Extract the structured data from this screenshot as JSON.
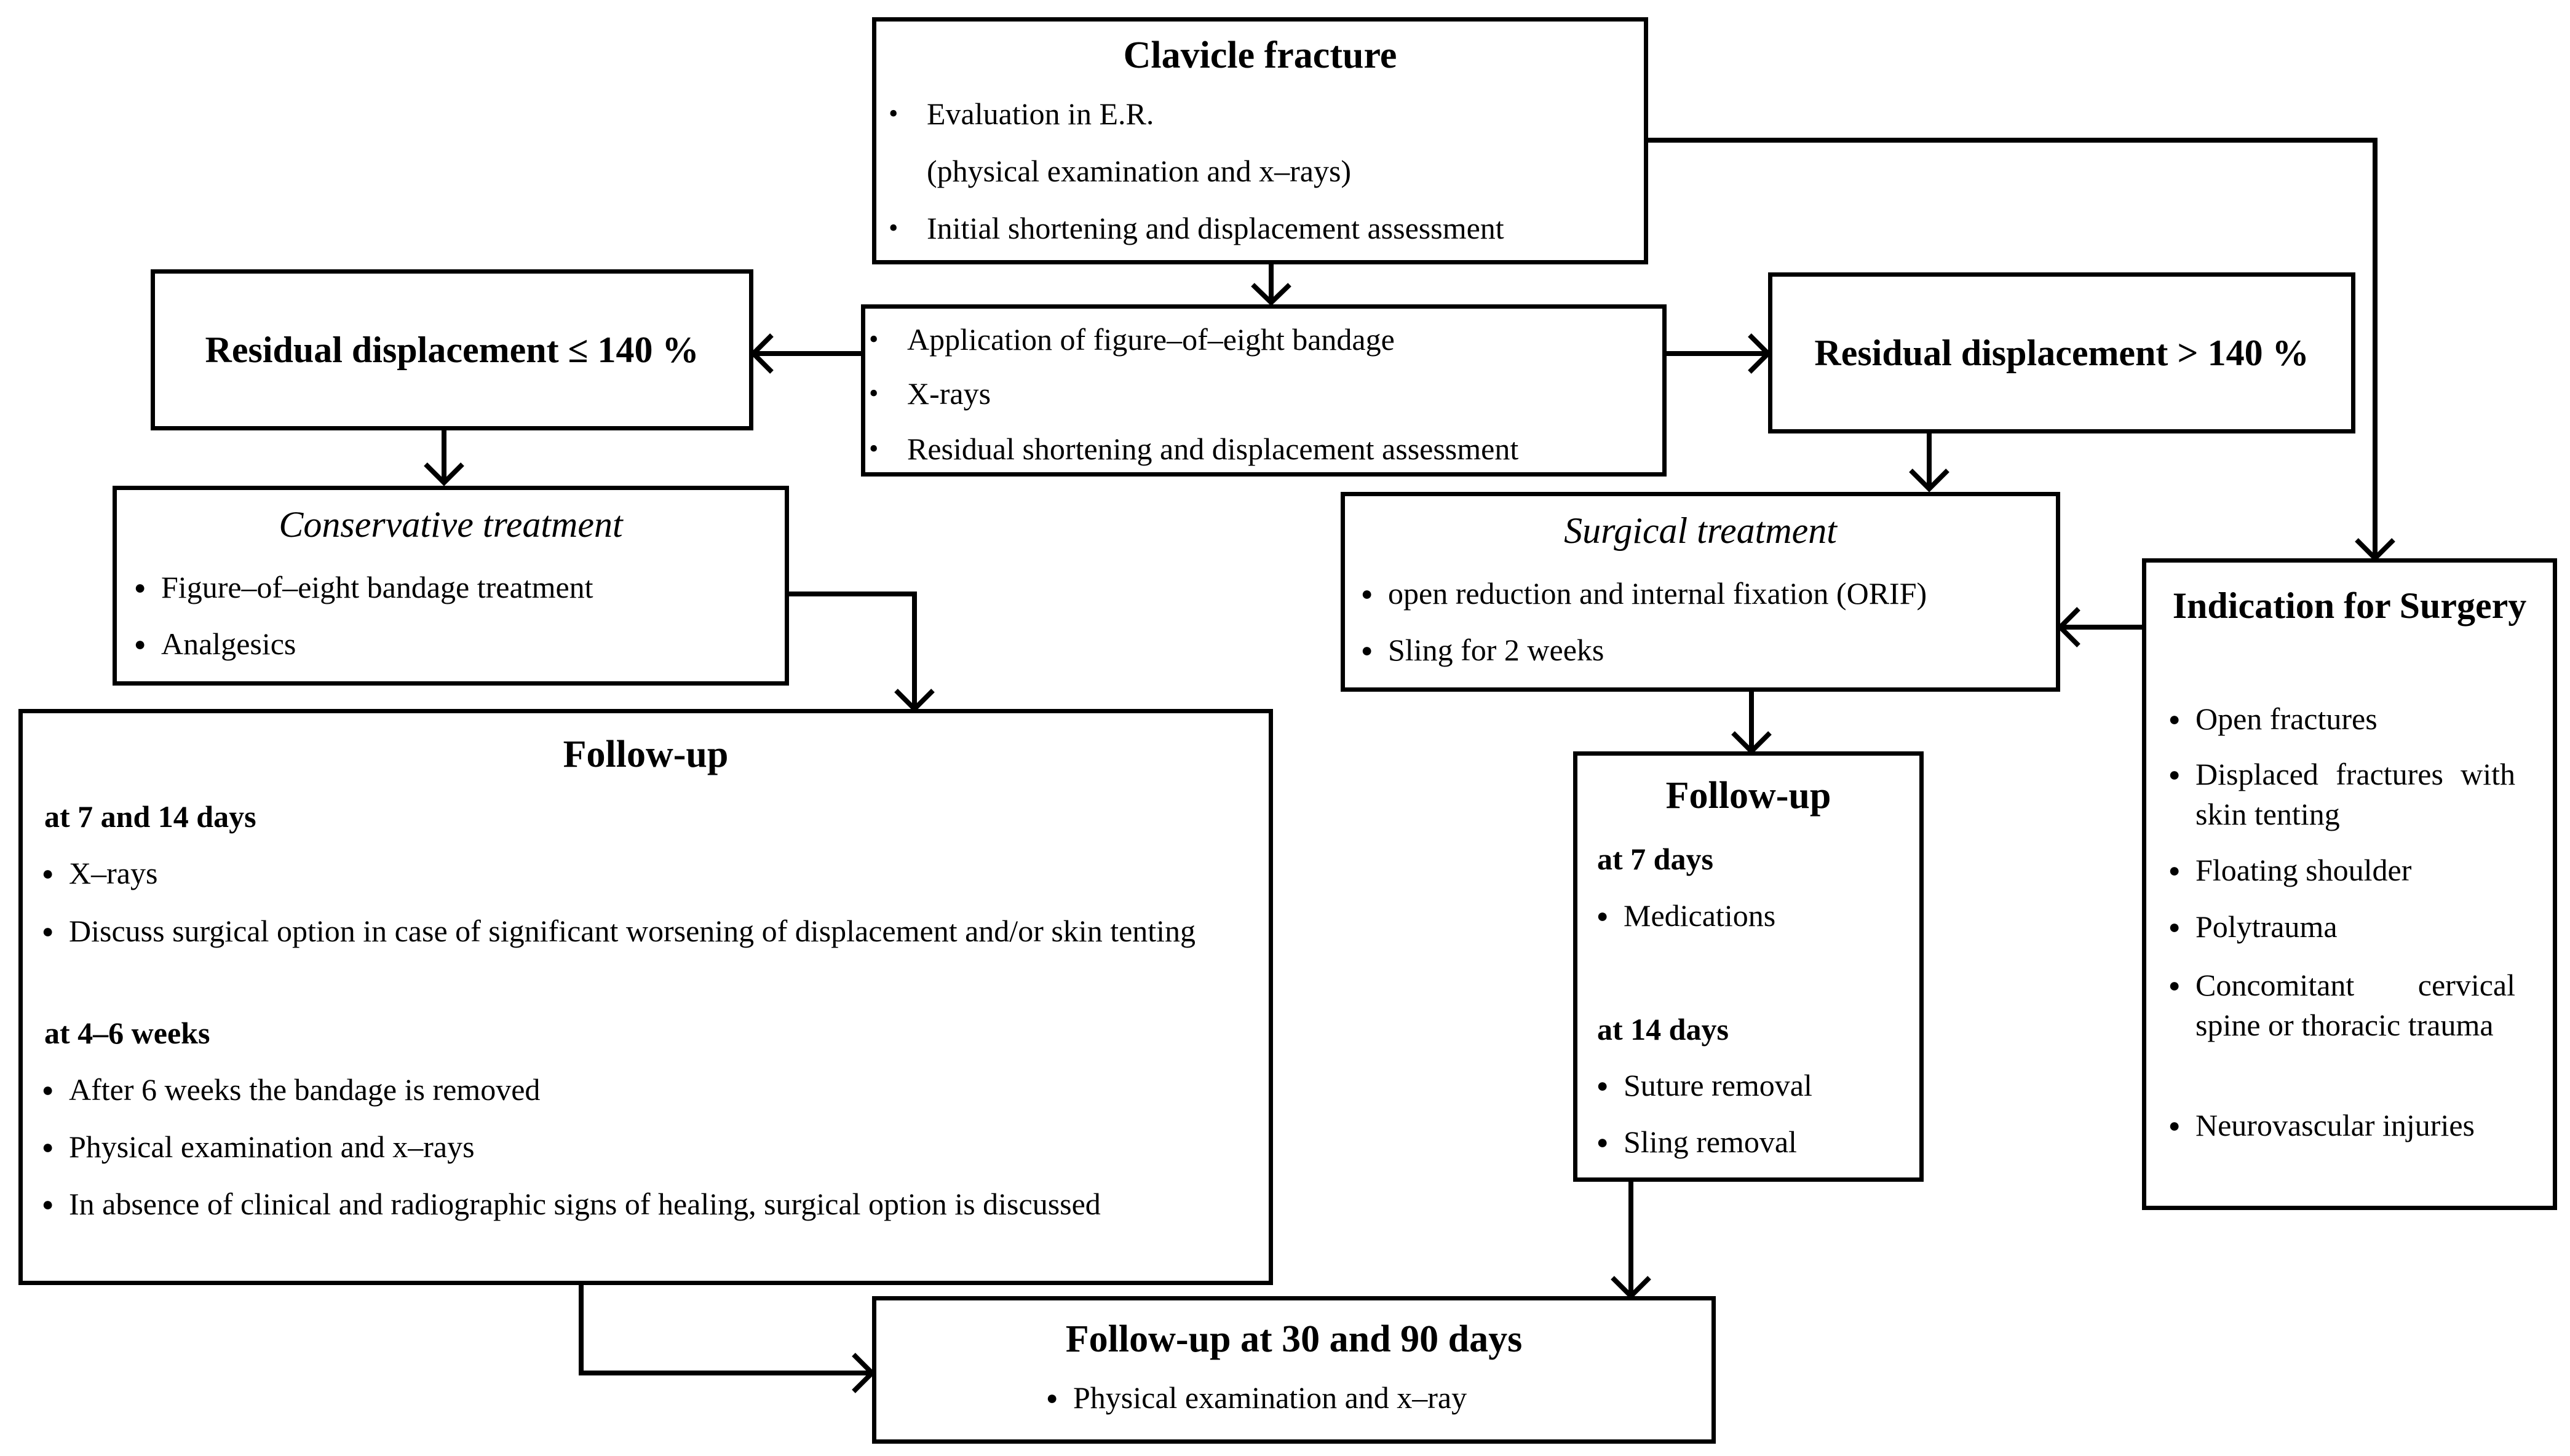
{
  "clavicle": {
    "title": "Clavicle fracture",
    "items": [
      "Evaluation in E.R.",
      "(physical examination and x–rays)",
      "Initial shortening and displacement assessment"
    ]
  },
  "bandage": {
    "items": [
      "Application of figure–of–eight bandage",
      "X-rays",
      "Residual shortening and displacement assessment"
    ]
  },
  "resid_le": {
    "title": "Residual displacement ≤ 140 %"
  },
  "resid_gt": {
    "title": "Residual displacement > 140 %"
  },
  "conservative": {
    "title": "Conservative treatment",
    "items": [
      "Figure–of–eight bandage treatment",
      "Analgesics"
    ]
  },
  "surgical": {
    "title": "Surgical treatment",
    "items": [
      "open reduction and internal fixation (ORIF)",
      "Sling for 2 weeks"
    ]
  },
  "indication": {
    "title": "Indication for Surgery",
    "items": [
      "Open fractures",
      "Displaced fractures with skin tenting",
      "Floating shoulder",
      "Polytrauma",
      "Concomitant cervical spine or thoracic trauma",
      "Neurovascular injuries"
    ]
  },
  "followup_left": {
    "title": "Follow-up",
    "section1": "at 7 and 14 days",
    "items1": [
      "X–rays",
      "Discuss surgical option in case of significant worsening of displacement and/or skin tenting"
    ],
    "section2": "at 4–6 weeks",
    "items2": [
      "After 6 weeks the bandage is removed",
      "Physical examination and x–rays",
      "In absence of clinical and radiographic signs of healing, surgical option is discussed"
    ]
  },
  "followup_mid": {
    "title": "Follow-up",
    "section1": "at 7 days",
    "items1": [
      "Medications"
    ],
    "section2": "at 14 days",
    "items2": [
      "Suture removal",
      "Sling removal"
    ]
  },
  "followup_final": {
    "title": "Follow-up at 30 and 90 days",
    "items": [
      "Physical examination and x–ray"
    ]
  }
}
